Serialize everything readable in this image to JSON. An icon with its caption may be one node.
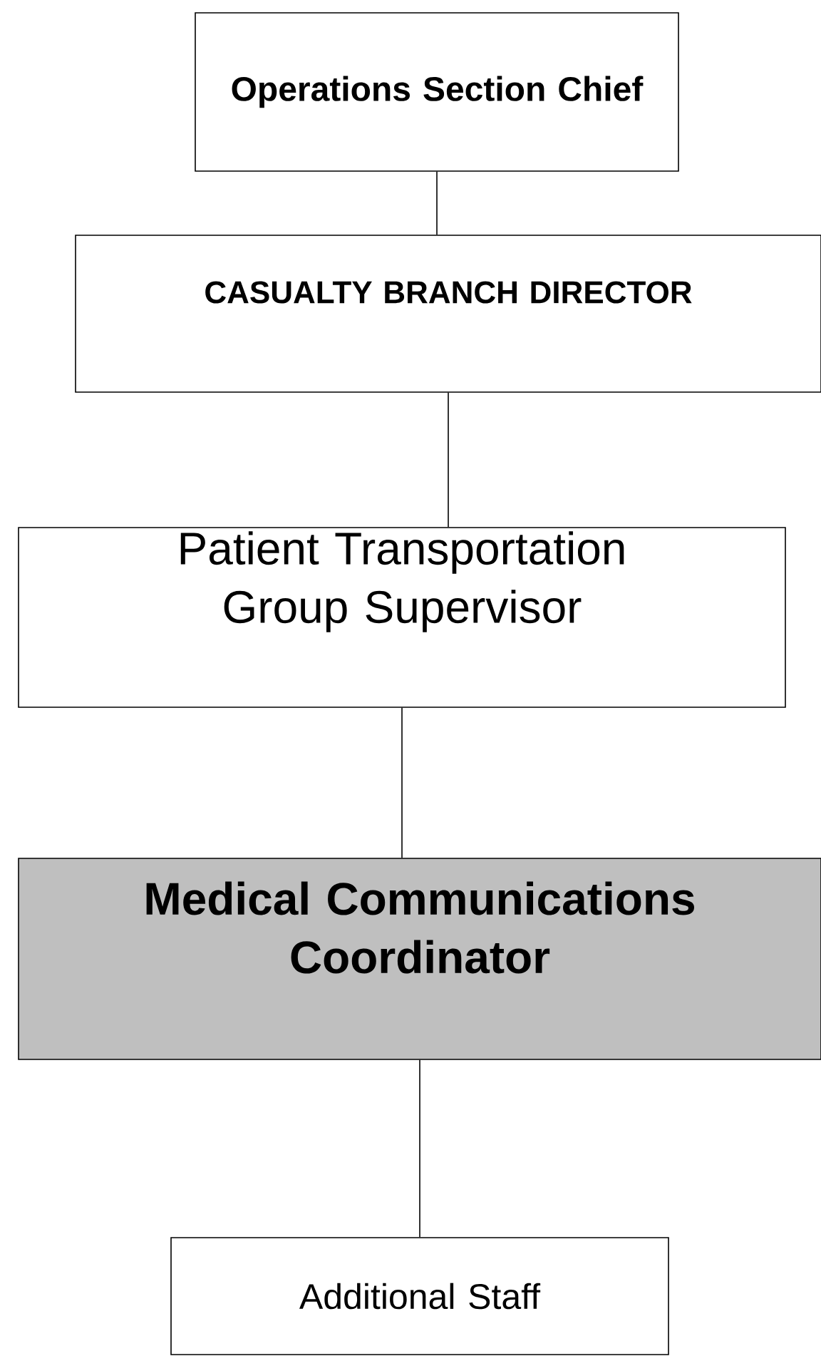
{
  "diagram": {
    "nodes": [
      {
        "text": [
          "**Operations Section Chief**"
        ]
      },
      {
        "text": [
          "**CASUALTY BRANCH DIRECTOR**"
        ]
      },
      {
        "text": [
          "Patient Transportation Group Supervisor"
        ]
      },
      {
        "text": [
          "**Medical Communications Coordinator**"
        ]
      },
      {
        "text": [
          "Additional Staff"
        ]
      }
    ],
    "edges": [
      {
        "from": 0,
        "to": 1,
        "arrow": "none"
      },
      {
        "from": 1,
        "to": 2,
        "arrow": "none"
      },
      {
        "from": 2,
        "to": 3,
        "arrow": "none"
      },
      {
        "from": 3,
        "to": 4,
        "arrow": "none"
      }
    ]
  }
}
